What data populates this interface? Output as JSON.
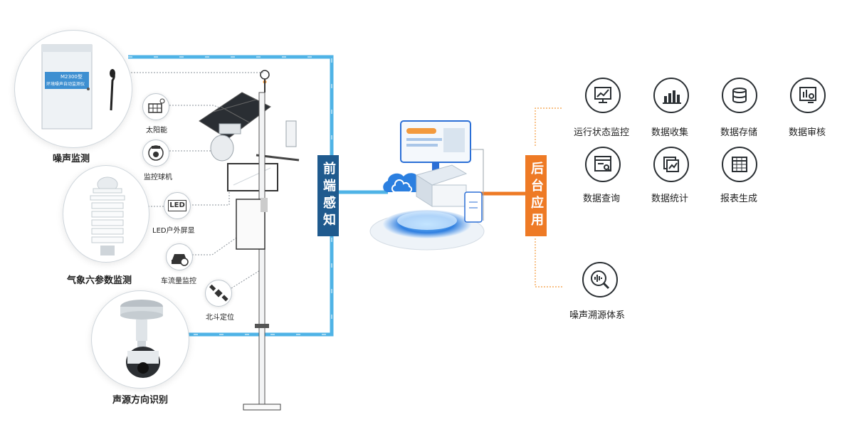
{
  "left_modules": {
    "noise_monitor": {
      "label": "噪声监测",
      "device_model": "M2300型",
      "device_subtitle": "环境噪声自动监测仪"
    },
    "weather_monitor": {
      "label": "气象六参数监测"
    },
    "sound_direction": {
      "label": "声源方向识别"
    }
  },
  "pole_parts": {
    "solar": "太阳能",
    "camera": "监控球机",
    "led_icon_text": "LED",
    "led_screen": "LED户外屏显",
    "traffic": "车流量监控",
    "beidou": "北斗定位"
  },
  "front_badge": "前端感知",
  "back_badge": "后台应用",
  "apps": [
    {
      "label": "运行状态监控",
      "icon": "monitor-chart-icon"
    },
    {
      "label": "数据收集",
      "icon": "bar-chart-icon"
    },
    {
      "label": "数据存储",
      "icon": "database-icon"
    },
    {
      "label": "数据审核",
      "icon": "audit-icon"
    },
    {
      "label": "数据查询",
      "icon": "search-doc-icon"
    },
    {
      "label": "数据统计",
      "icon": "stats-icon"
    },
    {
      "label": "报表生成",
      "icon": "table-icon"
    }
  ],
  "trace_system": {
    "label": "噪声溯源体系",
    "icon": "sound-search-icon"
  },
  "colors": {
    "frame_blue": "#4fb3e6",
    "badge_blue": "#1f5a8e",
    "badge_orange": "#ee7a25",
    "accent_orange": "#f39a3d"
  }
}
